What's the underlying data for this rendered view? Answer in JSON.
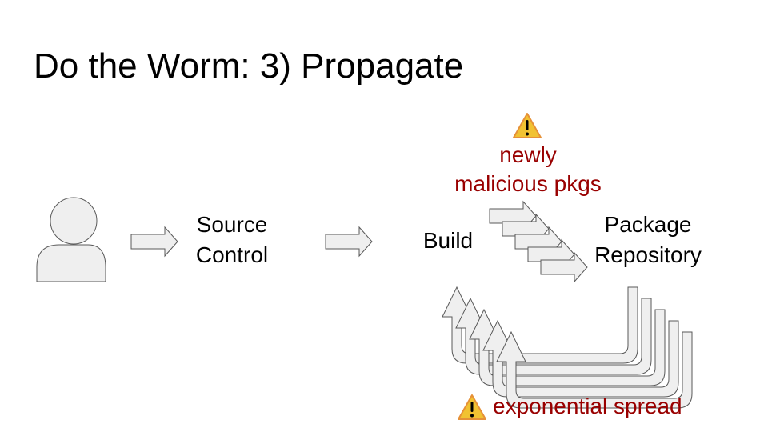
{
  "slide": {
    "title": "Do the Worm: 3) Propagate"
  },
  "diagram": {
    "nodes": {
      "source_control": {
        "line1": "Source",
        "line2": "Control"
      },
      "build": {
        "label": "Build"
      },
      "package_repository": {
        "line1": "Package",
        "line2": "Repository"
      }
    },
    "callouts": {
      "top": {
        "line1": "newly",
        "line2": "malicious pkgs",
        "icon": "warning-icon"
      },
      "bottom": {
        "text": "exponential spread",
        "icon": "warning-icon"
      }
    },
    "icons": [
      "person-icon",
      "warning-icon",
      "arrow-right-icon",
      "u-turn-arrow-icon"
    ]
  },
  "colors": {
    "shape_fill": "#efefef",
    "shape_stroke": "#595959",
    "warning_text": "#990000",
    "warning_fill": "#f1c232",
    "warning_stroke": "#e69138"
  }
}
